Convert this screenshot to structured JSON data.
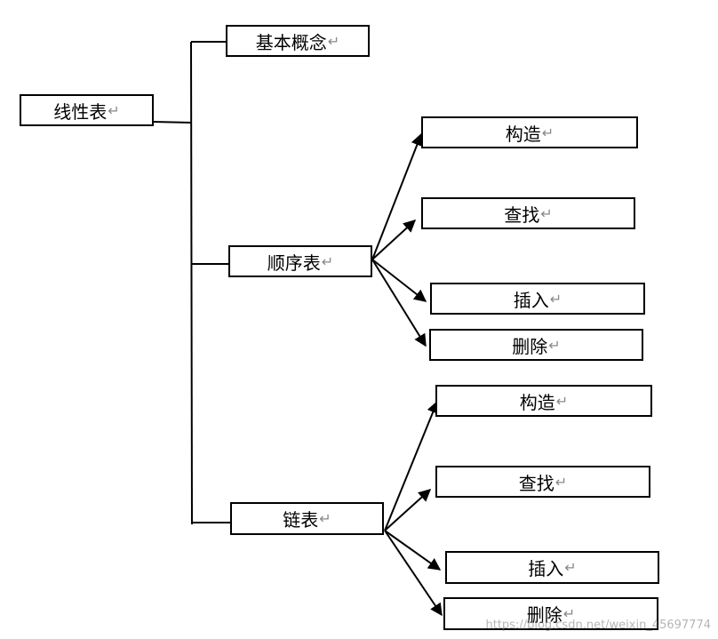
{
  "para_mark": "↵",
  "root": {
    "label": "线性表"
  },
  "concept": {
    "label": "基本概念"
  },
  "sequential": {
    "label": "顺序表",
    "ops": [
      {
        "label": "构造"
      },
      {
        "label": "查找"
      },
      {
        "label": "插入"
      },
      {
        "label": "删除"
      }
    ]
  },
  "linked": {
    "label": "链表",
    "ops": [
      {
        "label": "构造"
      },
      {
        "label": "查找"
      },
      {
        "label": "插入"
      },
      {
        "label": "删除"
      }
    ]
  },
  "watermark": "https://blog.csdn.net/weixin_45697774"
}
